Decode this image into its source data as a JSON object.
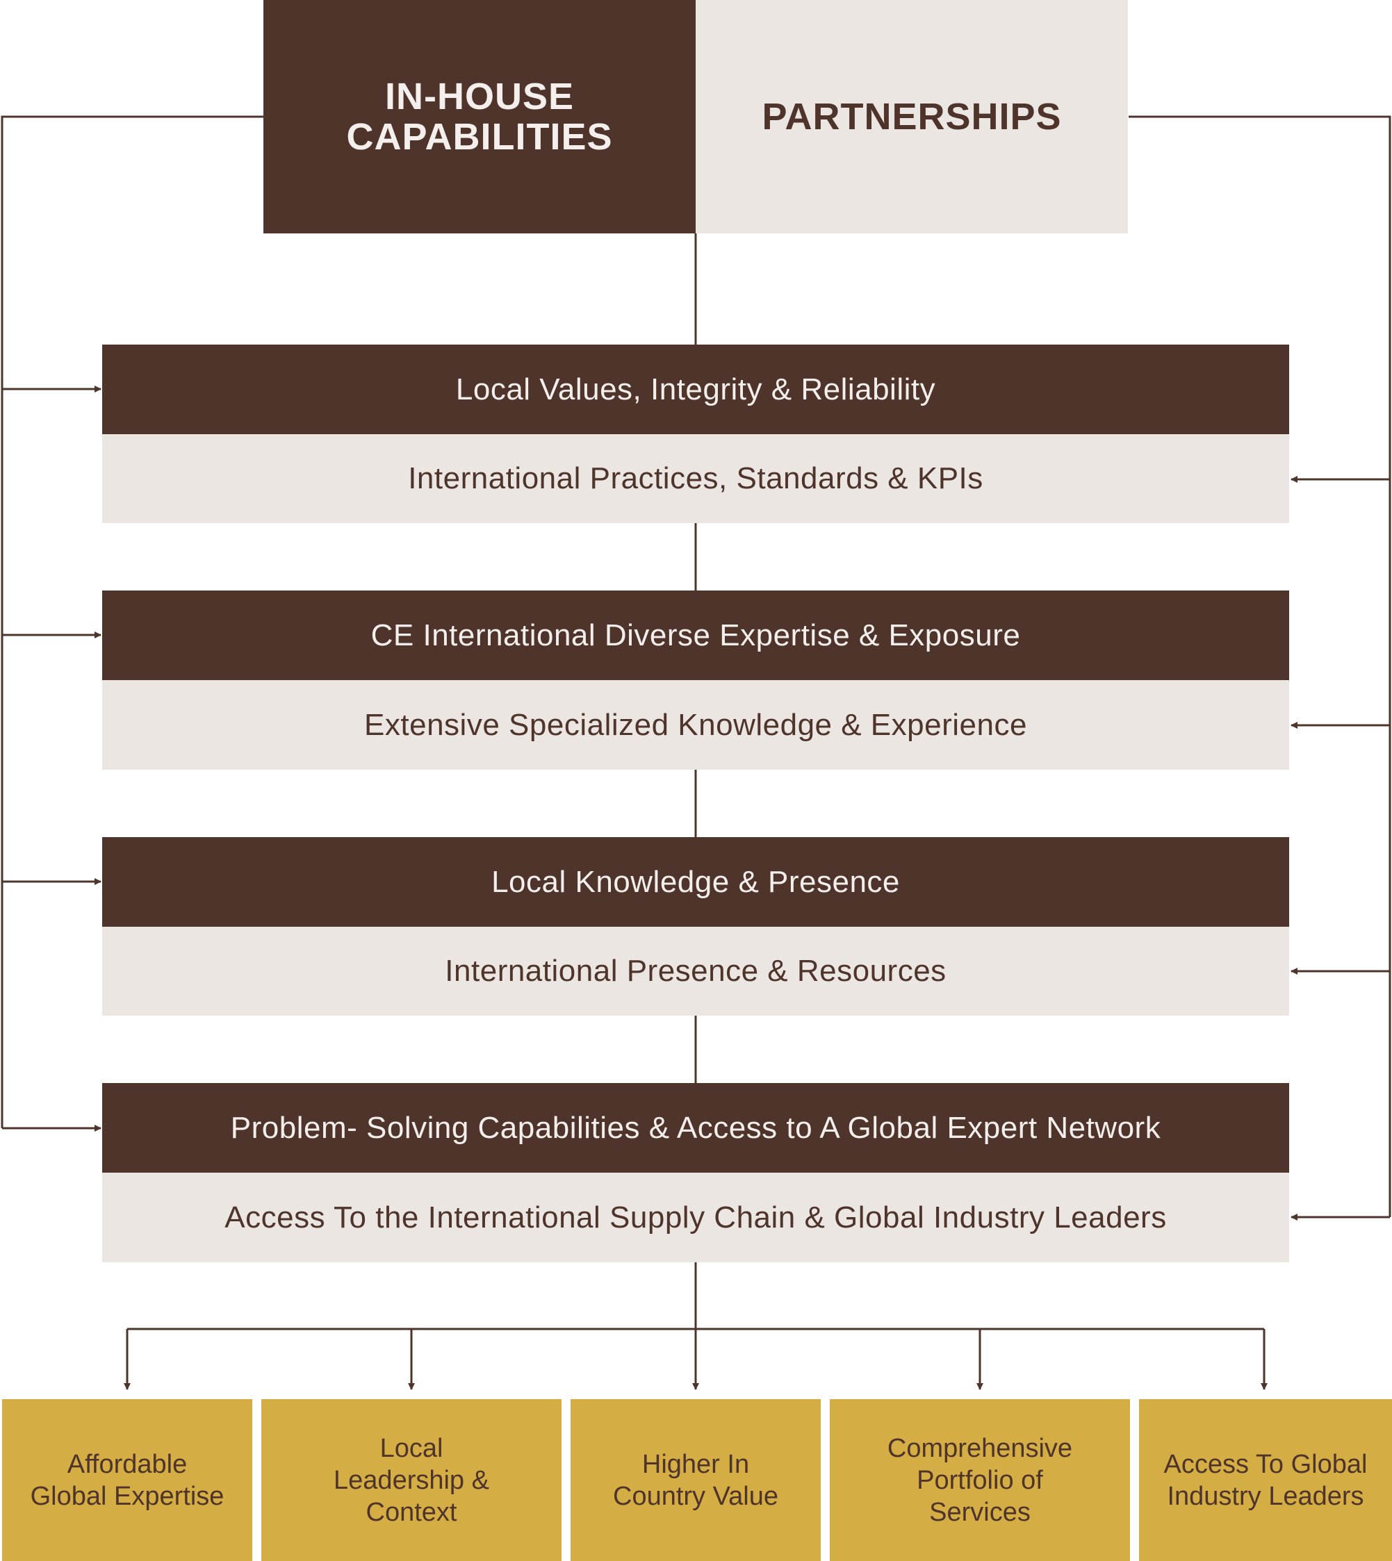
{
  "header": {
    "in_house": "IN-HOUSE CAPABILITIES",
    "partnerships": "PARTNERSHIPS"
  },
  "rows": [
    {
      "in_house": "Local Values, Integrity & Reliability",
      "partnership": "International Practices, Standards & KPIs"
    },
    {
      "in_house": "CE International Diverse Expertise & Exposure",
      "partnership": "Extensive Specialized Knowledge & Experience"
    },
    {
      "in_house": "Local Knowledge & Presence",
      "partnership": "International Presence & Resources"
    },
    {
      "in_house": "Problem- Solving Capabilities & Access to A Global Expert Network",
      "partnership": "Access To the International Supply Chain & Global Industry Leaders"
    }
  ],
  "outcomes": [
    "Affordable Global Expertise",
    "Local Leadership & Context",
    "Higher In Country Value",
    "Comprehensive Portfolio of Services",
    "Access To Global Industry Leaders"
  ],
  "colors": {
    "dark_brown": "#4e342b",
    "light_beige": "#ece6e3",
    "gold": "#d4ad44"
  }
}
